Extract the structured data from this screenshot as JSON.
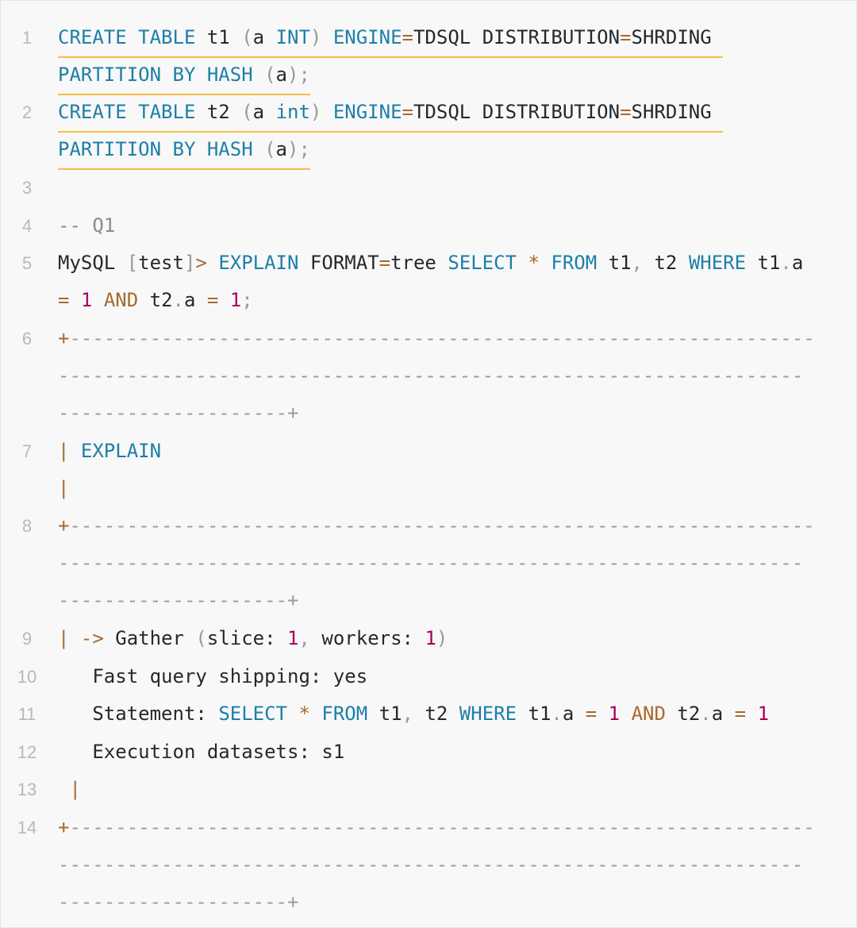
{
  "code_block": {
    "line_numbers": [
      "1",
      "2",
      "3",
      "4",
      "5",
      "6",
      "7",
      "8",
      "9",
      "10",
      "11",
      "12",
      "13",
      "14"
    ],
    "tokens": {
      "create_table": "CREATE TABLE",
      "t1": "t1",
      "t2": "t2",
      "paren_open": "(",
      "paren_close": ")",
      "a": "a",
      "INT": "INT",
      "int": "int",
      "engine": "ENGINE",
      "eq": "=",
      "tdsql": "TDSQL",
      "distribution": "DISTRIBUTION",
      "shrding": "SHRDING",
      "partition_by_hash": "PARTITION BY HASH",
      "semicolon": ";",
      "comment_q1": "-- Q1",
      "mysql": "MySQL",
      "bracket_open": "[",
      "test": "test",
      "bracket_close": "]",
      "gt": ">",
      "explain": "EXPLAIN",
      "format": "FORMAT",
      "tree": "tree",
      "select": "SELECT",
      "star": "*",
      "from": "FROM",
      "comma": ",",
      "where": "WHERE",
      "dot": ".",
      "one": "1",
      "and": "AND",
      "plus": "+",
      "pipe": "|",
      "dash_full": "-----------------------------------------------------------------",
      "dash_short": "--------------------",
      "arrow": "->",
      "gather": "Gather",
      "slice_label": "slice:",
      "workers_label": "workers:",
      "fast_query": "Fast query shipping: yes",
      "statement_label": "Statement:",
      "execution_datasets": "Execution datasets: s1"
    }
  }
}
